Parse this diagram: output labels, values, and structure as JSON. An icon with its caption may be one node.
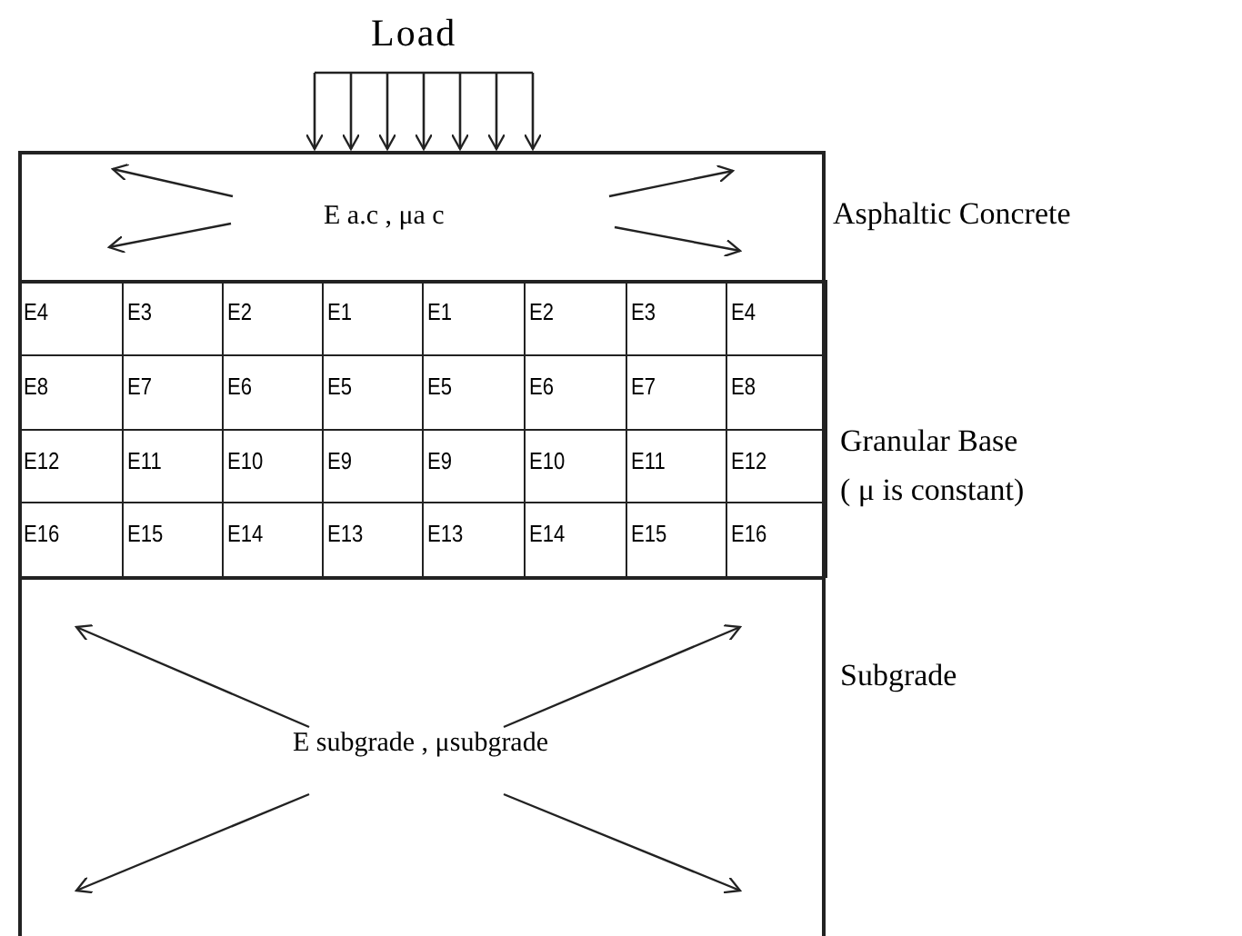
{
  "diagram": {
    "nodes": [
      {
        "text": [
          "E a.c , μa c"
        ],
        "beside": [
          "Asphaltic Concrete"
        ]
      },
      {
        "text": [],
        "shape": "box",
        "beside": [
          "Granular Base",
          "( μ is constant)"
        ]
      },
      {
        "text": [
          "E4"
        ],
        "in": 1
      },
      {
        "text": [
          "E3"
        ],
        "in": 1
      },
      {
        "text": [
          "E2"
        ],
        "in": 1
      },
      {
        "text": [
          "E1"
        ],
        "in": 1
      },
      {
        "text": [
          "E1"
        ],
        "in": 1
      },
      {
        "text": [
          "E2"
        ],
        "in": 1
      },
      {
        "text": [
          "E3"
        ],
        "in": 1
      },
      {
        "text": [
          "E4"
        ],
        "in": 1
      },
      {
        "text": [
          "E8"
        ],
        "in": 1
      },
      {
        "text": [
          "E7"
        ],
        "in": 1
      },
      {
        "text": [
          "E6"
        ],
        "in": 1
      },
      {
        "text": [
          "E5"
        ],
        "in": 1
      },
      {
        "text": [
          "E5"
        ],
        "in": 1
      },
      {
        "text": [
          "E6"
        ],
        "in": 1
      },
      {
        "text": [
          "E7"
        ],
        "in": 1
      },
      {
        "text": [
          "E8"
        ],
        "in": 1
      },
      {
        "text": [
          "E12"
        ],
        "in": 1
      },
      {
        "text": [
          "E11"
        ],
        "in": 1
      },
      {
        "text": [
          "E10"
        ],
        "in": 1
      },
      {
        "text": [
          "E9"
        ],
        "in": 1
      },
      {
        "text": [
          "E9"
        ],
        "in": 1
      },
      {
        "text": [
          "E10"
        ],
        "in": 1
      },
      {
        "text": [
          "E11"
        ],
        "in": 1
      },
      {
        "text": [
          "E12"
        ],
        "in": 1
      },
      {
        "text": [
          "E16"
        ],
        "in": 1
      },
      {
        "text": [
          "E15"
        ],
        "in": 1
      },
      {
        "text": [
          "E14"
        ],
        "in": 1
      },
      {
        "text": [
          "E13"
        ],
        "in": 1
      },
      {
        "text": [
          "E13"
        ],
        "in": 1
      },
      {
        "text": [
          "E14"
        ],
        "in": 1
      },
      {
        "text": [
          "E15"
        ],
        "in": 1
      },
      {
        "text": [
          "E16"
        ],
        "in": 1
      },
      {
        "text": [
          "E subgrade , μsubgrade"
        ],
        "beside": [
          "Subgrade"
        ]
      }
    ],
    "labels": [
      "Load"
    ]
  }
}
